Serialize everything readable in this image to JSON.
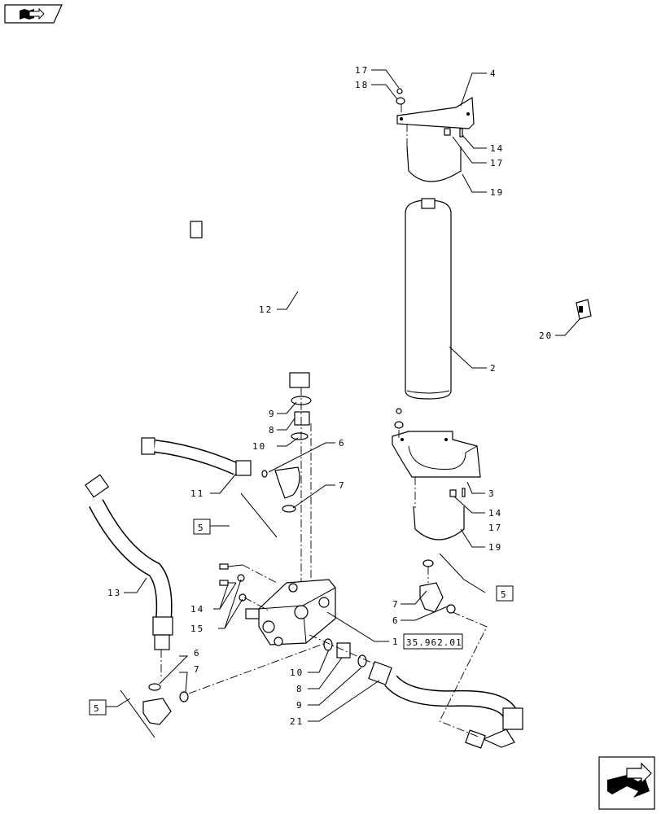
{
  "nav": {
    "top_left_icon": "book-arrow-icon",
    "bottom_right_icon": "next-page-arrow-icon"
  },
  "labels": {
    "l1": "1",
    "l2": "2",
    "l3": "3",
    "l4": "4",
    "l6a": "6",
    "l6b": "6",
    "l6c": "6",
    "l7a": "7",
    "l7b": "7",
    "l7c": "7",
    "l8a": "8",
    "l8b": "8",
    "l9a": "9",
    "l9b": "9",
    "l10a": "10",
    "l10b": "10",
    "l11": "11",
    "l12": "12",
    "l13": "13",
    "l14a": "14",
    "l14b": "14",
    "l14c": "14",
    "l15": "15",
    "l17a": "17",
    "l17b": "17",
    "l17c": "17",
    "l18": "18",
    "l19a": "19",
    "l19b": "19",
    "l20": "20",
    "l21": "21"
  },
  "refs": {
    "r5a": "5",
    "r5b": "5",
    "r5c": "5",
    "section": "35.962.01"
  }
}
